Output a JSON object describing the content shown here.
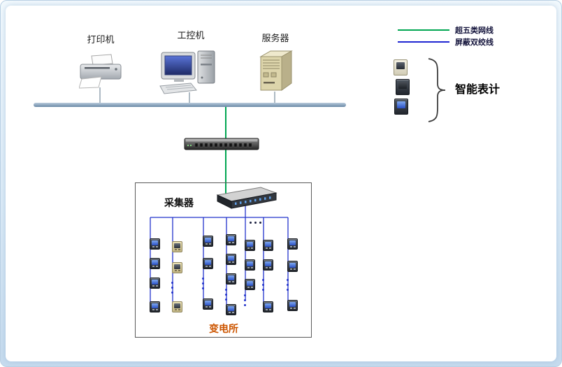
{
  "nodes": {
    "printer_label": "打印机",
    "workstation_label": "工控机",
    "server_label": "服务器",
    "collector_label": "采集器",
    "substation_label": "变电所"
  },
  "legend": {
    "items": [
      {
        "name": "cat5e-cable",
        "label": "超五类网线",
        "color": "#00a651"
      },
      {
        "name": "shielded-twisted-pair",
        "label": "屏蔽双绞线",
        "color": "#2026d2"
      }
    ],
    "smart_meters_label": "智能表计"
  },
  "colors": {
    "bus_line": "#6f8fae",
    "cat5e_line": "#00a651",
    "twisted_pair_line": "#2233cc",
    "substation_label": "#cc5500"
  }
}
